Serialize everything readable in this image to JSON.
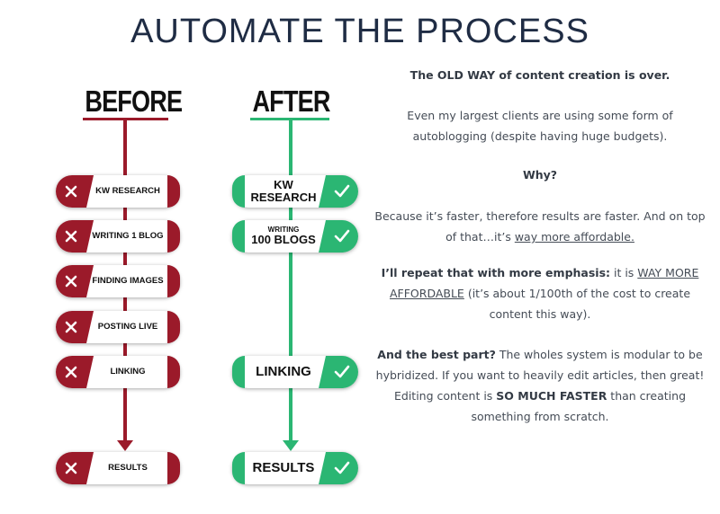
{
  "title": "AUTOMATE THE PROCESS",
  "before": {
    "heading": "BEFORE",
    "steps": [
      "KW RESEARCH",
      "WRITING 1 BLOG",
      "FINDING IMAGES",
      "POSTING LIVE",
      "LINKING",
      "RESULTS"
    ]
  },
  "after": {
    "heading": "AFTER",
    "steps": [
      {
        "line1": "KW",
        "line2": "RESEARCH"
      },
      {
        "line1": "WRITING",
        "line2": "100 BLOGS"
      },
      {
        "line1": "LINKING"
      },
      {
        "line1": "RESULTS"
      }
    ]
  },
  "colors": {
    "before": "#9b1a2a",
    "after": "#2bb673",
    "title": "#1f2c44"
  },
  "icons": {
    "before": "x-icon",
    "after": "check-icon"
  },
  "copy": {
    "p1": "The OLD WAY of content creation is over.",
    "p2": "Even my largest clients are using some form of autoblogging (despite having huge budgets).",
    "p3": "Why?",
    "p4a": "Because it’s faster, therefore results are faster. And on top of that…it’s ",
    "p4b": "way more affordable.",
    "p5a": "I’ll repeat that with more emphasis:",
    "p5b": " it is ",
    "p5c": "WAY MORE AFFORDABLE",
    "p5d": " (it’s about 1/100th of the cost to create content this way).",
    "p6a": "And the best part?",
    "p6b": " The wholes system is modular to be hybridized. If you want to heavily edit articles, then great! Editing content is ",
    "p6c": "SO MUCH FASTER",
    "p6d": " than creating something from scratch."
  }
}
